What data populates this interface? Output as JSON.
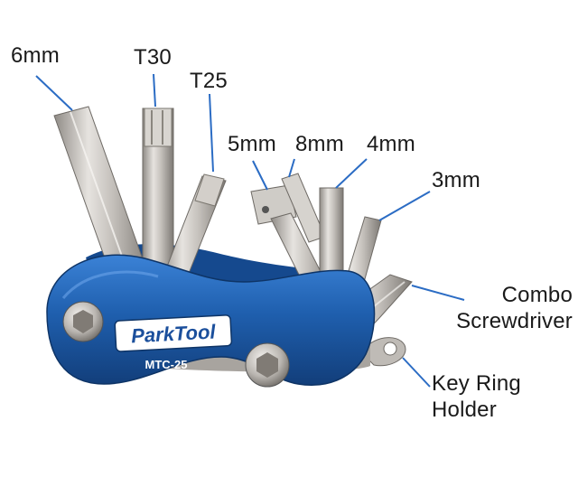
{
  "product": {
    "brand": "ParkTool",
    "model": "MTC-25"
  },
  "callouts": {
    "hex_6": "6mm",
    "torx_30": "T30",
    "torx_25": "T25",
    "hex_5": "5mm",
    "hex_8": "8mm",
    "hex_4": "4mm",
    "hex_3": "3mm",
    "combo_line1": "Combo",
    "combo_line2": "Screwdriver",
    "keyring_line1": "Key Ring",
    "keyring_line2": "Holder"
  },
  "colors": {
    "body_blue": "#1f5fae",
    "body_dark": "#123e7a",
    "steel": "#c9c6c1",
    "leader": "#2b6cc4",
    "text": "#1a1a1a"
  }
}
